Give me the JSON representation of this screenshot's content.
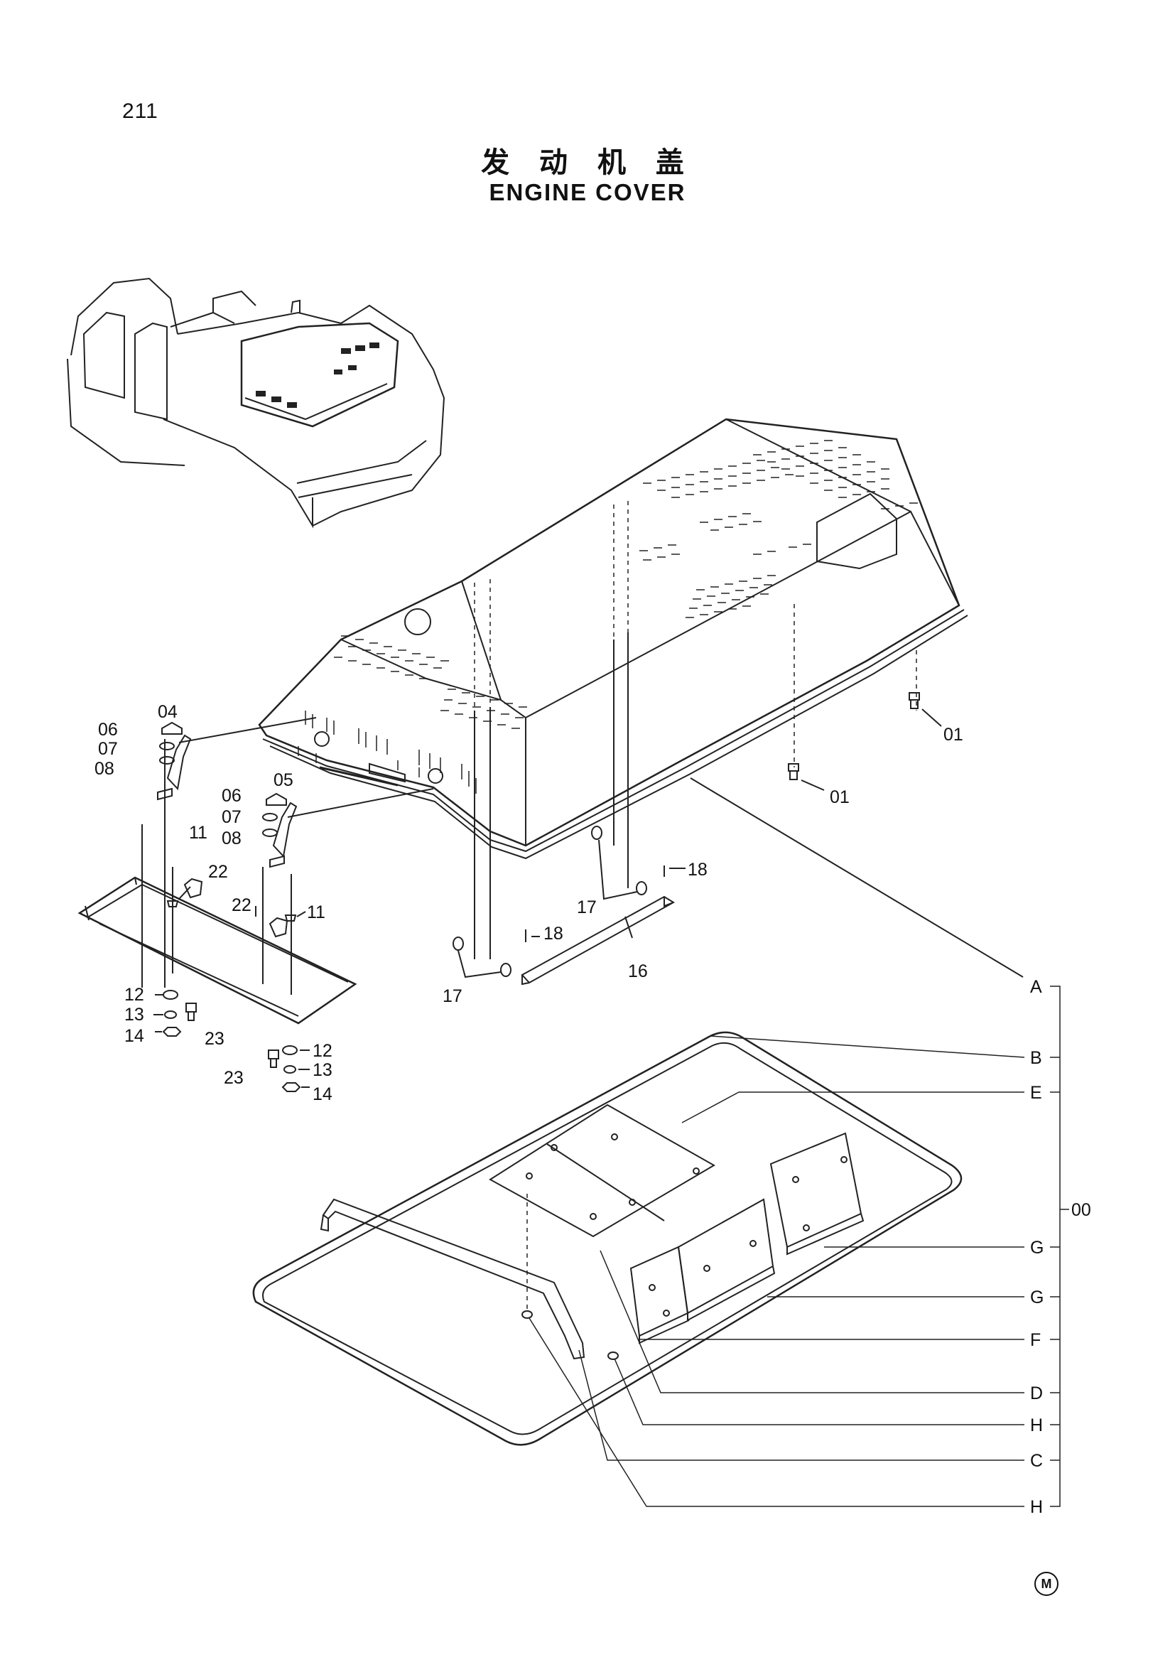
{
  "page_number": "211",
  "title_cn": "发 动 机 盖",
  "title_en": "ENGINE COVER",
  "corner_mark": "M",
  "group_label": "00",
  "callouts": [
    {
      "id": "c-06a",
      "text": "06"
    },
    {
      "id": "c-04",
      "text": "04"
    },
    {
      "id": "c-07a",
      "text": "07"
    },
    {
      "id": "c-08a",
      "text": "08"
    },
    {
      "id": "c-06b",
      "text": "06"
    },
    {
      "id": "c-05",
      "text": "05"
    },
    {
      "id": "c-07b",
      "text": "07"
    },
    {
      "id": "c-08b",
      "text": "08"
    },
    {
      "id": "c-11a",
      "text": "11"
    },
    {
      "id": "c-22a",
      "text": "22"
    },
    {
      "id": "c-22b",
      "text": "22"
    },
    {
      "id": "c-11b",
      "text": "11"
    },
    {
      "id": "c-12a",
      "text": "12"
    },
    {
      "id": "c-13a",
      "text": "13"
    },
    {
      "id": "c-14a",
      "text": "14"
    },
    {
      "id": "c-23a",
      "text": "23"
    },
    {
      "id": "c-12b",
      "text": "12"
    },
    {
      "id": "c-23b",
      "text": "23"
    },
    {
      "id": "c-13b",
      "text": "13"
    },
    {
      "id": "c-14b",
      "text": "14"
    },
    {
      "id": "c-01a",
      "text": "01"
    },
    {
      "id": "c-01b",
      "text": "01"
    },
    {
      "id": "c-18a",
      "text": "18"
    },
    {
      "id": "c-17a",
      "text": "17"
    },
    {
      "id": "c-18b",
      "text": "18"
    },
    {
      "id": "c-16",
      "text": "16"
    },
    {
      "id": "c-17b",
      "text": "17"
    }
  ],
  "letter_refs": [
    {
      "id": "ref-A",
      "text": "A"
    },
    {
      "id": "ref-B",
      "text": "B"
    },
    {
      "id": "ref-E",
      "text": "E"
    },
    {
      "id": "ref-G1",
      "text": "G"
    },
    {
      "id": "ref-G2",
      "text": "G"
    },
    {
      "id": "ref-F",
      "text": "F"
    },
    {
      "id": "ref-D",
      "text": "D"
    },
    {
      "id": "ref-H1",
      "text": "H"
    },
    {
      "id": "ref-C",
      "text": "C"
    },
    {
      "id": "ref-H2",
      "text": "H"
    }
  ]
}
